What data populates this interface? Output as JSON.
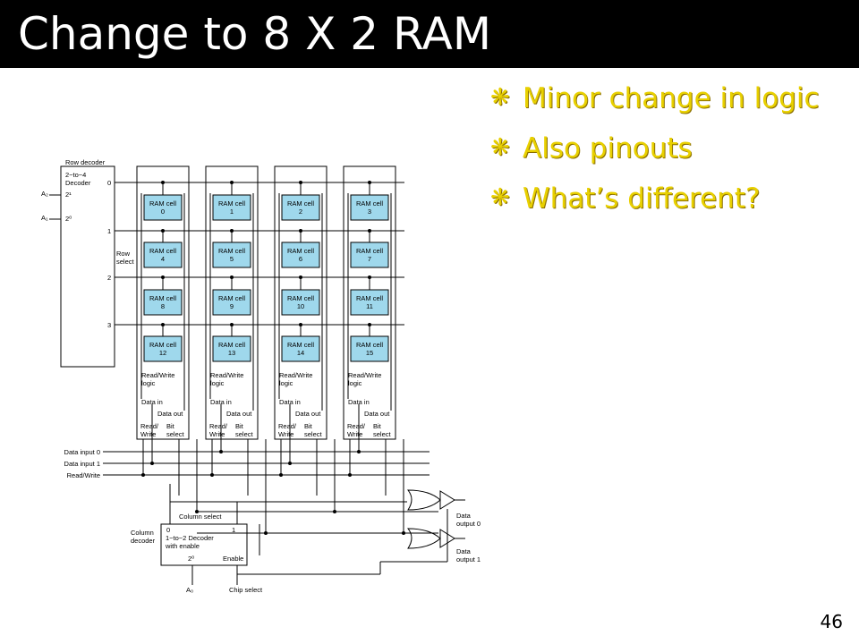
{
  "slide": {
    "title": "Change to 8 X 2 RAM",
    "page_number": "46",
    "bullet_color": "#e8d000",
    "bullets": [
      {
        "icon": "asterisk-bullet-icon",
        "text": "Minor change in logic"
      },
      {
        "icon": "asterisk-bullet-icon",
        "text": "Also pinouts"
      },
      {
        "icon": "asterisk-bullet-icon",
        "text": "What’s different?"
      }
    ]
  },
  "diagram": {
    "cell_fill": "#9fd8ec",
    "row_decoder": {
      "title": "Row decoder",
      "type_line1": "2−to−4",
      "type_line2": "Decoder",
      "in_hi": "2¹",
      "in_lo": "2⁰",
      "addr_hi": "A₂",
      "addr_lo": "A₁",
      "outputs": [
        "0",
        "1",
        "2",
        "3"
      ],
      "row_select_line1": "Row",
      "row_select_line2": "select"
    },
    "cell_prefix": "RAM cell",
    "cell_numbers": [
      [
        "0",
        "1",
        "2",
        "3"
      ],
      [
        "4",
        "5",
        "6",
        "7"
      ],
      [
        "8",
        "9",
        "10",
        "11"
      ],
      [
        "12",
        "13",
        "14",
        "15"
      ]
    ],
    "rw_logic_line1": "Read/Write",
    "rw_logic_line2": "logic",
    "data_in": "Data in",
    "data_out": "Data out",
    "rw_pin_top": "Read/",
    "rw_pin_bottom": "Write",
    "bit_line1": "Bit",
    "bit_line2": "select",
    "inputs": {
      "data_input_0": "Data input 0",
      "data_input_1": "Data input 1",
      "read_write": "Read/Write"
    },
    "column_decoder": {
      "label_line1": "Column",
      "label_line2": "decoder",
      "select": "Column select",
      "out0": "0",
      "out1": "1",
      "type_line1": "1−to−2 Decoder",
      "type_line2": "with enable",
      "in": "2⁰",
      "enable": "Enable",
      "addr": "A₀",
      "chip_select": "Chip select"
    },
    "outputs": {
      "out0_line1": "Data",
      "out0_line2": "output 0",
      "out1_line1": "Data",
      "out1_line2": "output 1"
    }
  }
}
